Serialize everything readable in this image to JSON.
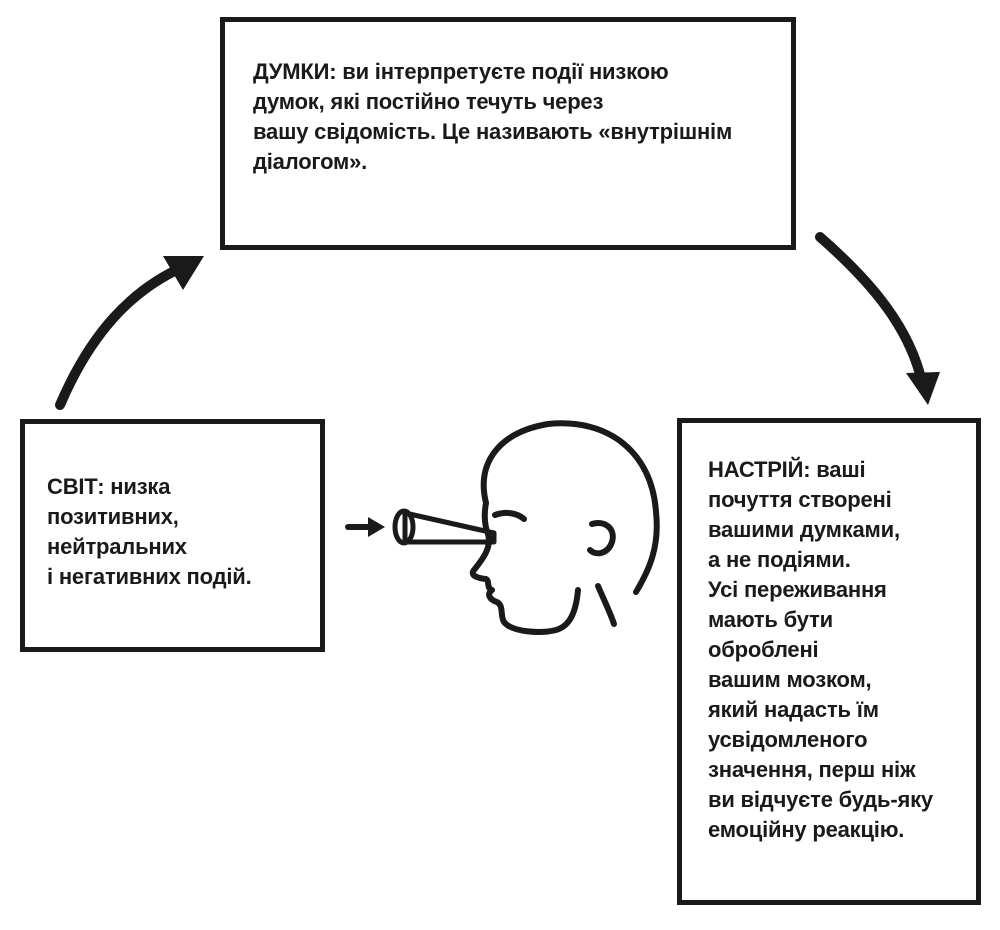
{
  "thoughts": {
    "term": "ДУМКИ:",
    "lines": [
      " ви інтерпретуєте події низкою",
      "думок, які постійно течуть через",
      "вашу свідомість. Це називають  «внутрішнім",
      "діалогом»."
    ]
  },
  "world": {
    "term": "СВІТ:",
    "lines": [
      " низка",
      "позитивних,",
      "нейтральних",
      "і негативних подій."
    ]
  },
  "mood": {
    "term": "НАСТРІЙ:",
    "lines": [
      " ваші",
      "почуття створені",
      "вашими думками,",
      "а не подіями.",
      "Усі переживання",
      "мають бути",
      "оброблені",
      "вашим мозком,",
      "який надасть їм",
      "усвідомленого",
      "значення, перш ніж",
      "ви відчуєте будь-яку",
      "емоційну реакцію."
    ]
  }
}
